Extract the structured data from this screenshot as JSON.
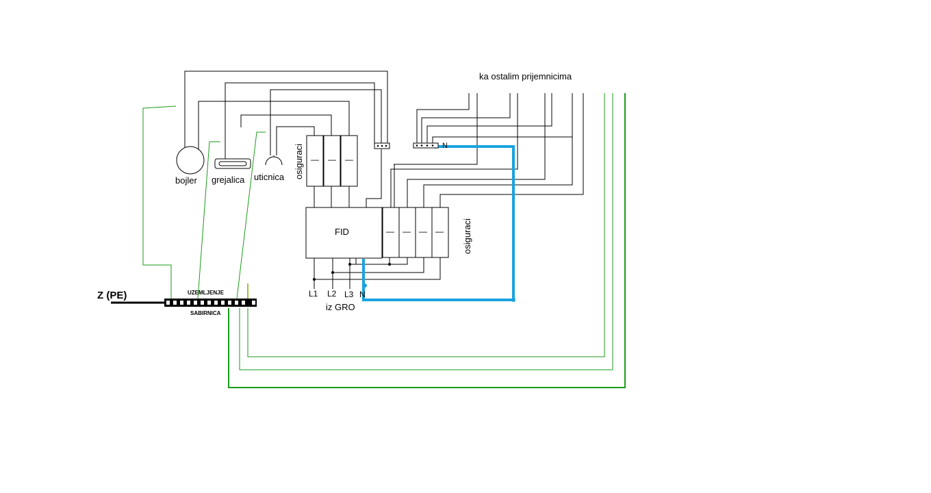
{
  "labels": {
    "ka_ostalim": "ka ostalim prijemnicima",
    "bojler": "bojler",
    "grejalica": "grejalica",
    "uticnica": "uticnica",
    "osiguraci_left": "osiguraci",
    "osiguraci_right": "osiguraci",
    "fid": "FID",
    "z_pe": "Z (PE)",
    "uzemljenje": "UZEMLJENJE",
    "sabirnica": "SABIRNICA",
    "l1": "L1",
    "l2": "L2",
    "l3": "L3",
    "n_bottom": "N",
    "n_top": "N",
    "iz_gro": "iz GRO",
    "fuse_mark": "—"
  },
  "colors": {
    "wire": "#000000",
    "earth": "#1a9a1a",
    "neutral": "#1aa3e0",
    "earth_bar_terminal": "#a0c040"
  }
}
